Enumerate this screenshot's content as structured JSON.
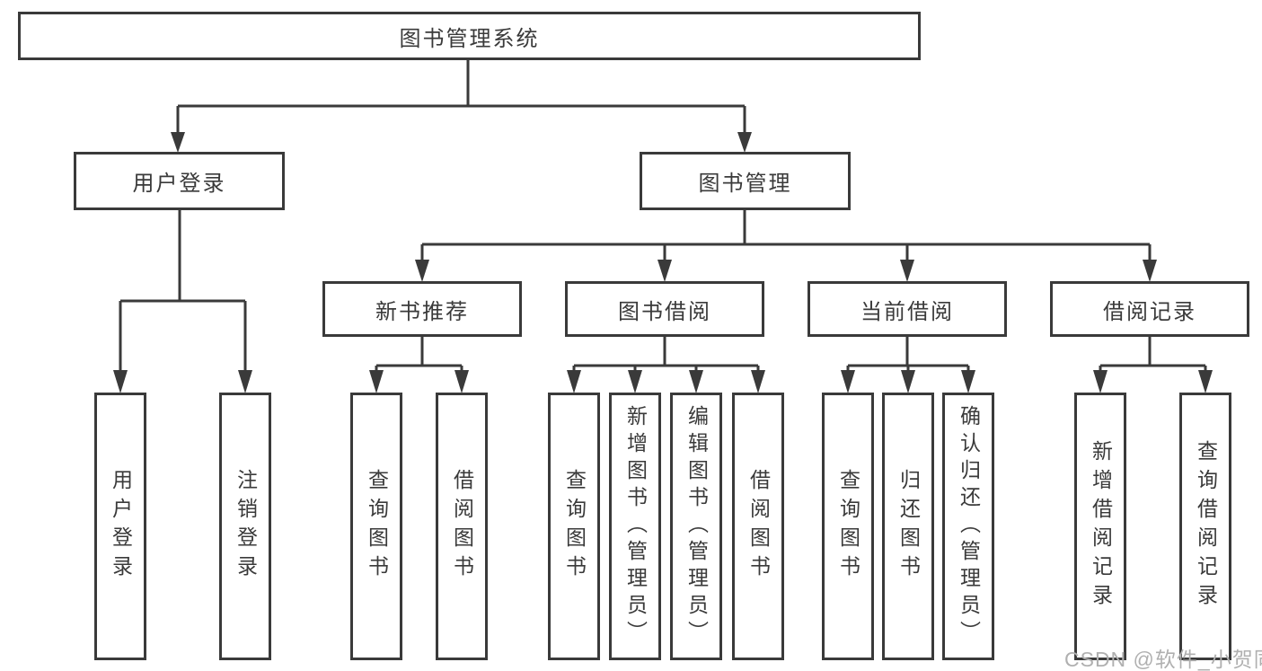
{
  "diagram": {
    "root": {
      "label": "图书管理系统"
    },
    "branches": [
      {
        "label": "用户登录",
        "children": [
          {
            "label": "用户登录"
          },
          {
            "label": "注销登录"
          }
        ]
      },
      {
        "label": "图书管理",
        "groups": [
          {
            "label": "新书推荐",
            "children": [
              {
                "label": "查询图书"
              },
              {
                "label": "借阅图书"
              }
            ]
          },
          {
            "label": "图书借阅",
            "children": [
              {
                "label": "查询图书"
              },
              {
                "label": "新增图书（管理员）"
              },
              {
                "label": "编辑图书（管理员）"
              },
              {
                "label": "借阅图书"
              }
            ]
          },
          {
            "label": "当前借阅",
            "children": [
              {
                "label": "查询图书"
              },
              {
                "label": "归还图书"
              },
              {
                "label": "确认归还（管理员）"
              }
            ]
          },
          {
            "label": "借阅记录",
            "children": [
              {
                "label": "新增借阅记录"
              },
              {
                "label": "查询借阅记录"
              }
            ]
          }
        ]
      }
    ],
    "colors": {
      "line": "#3a3a3a",
      "text": "#3a3a3a",
      "box_background": "#ffffff",
      "page_background": "#ffffff",
      "watermark": "#b0b0b0"
    }
  },
  "watermark": {
    "text": "CSDN @软件_小贺同学"
  }
}
